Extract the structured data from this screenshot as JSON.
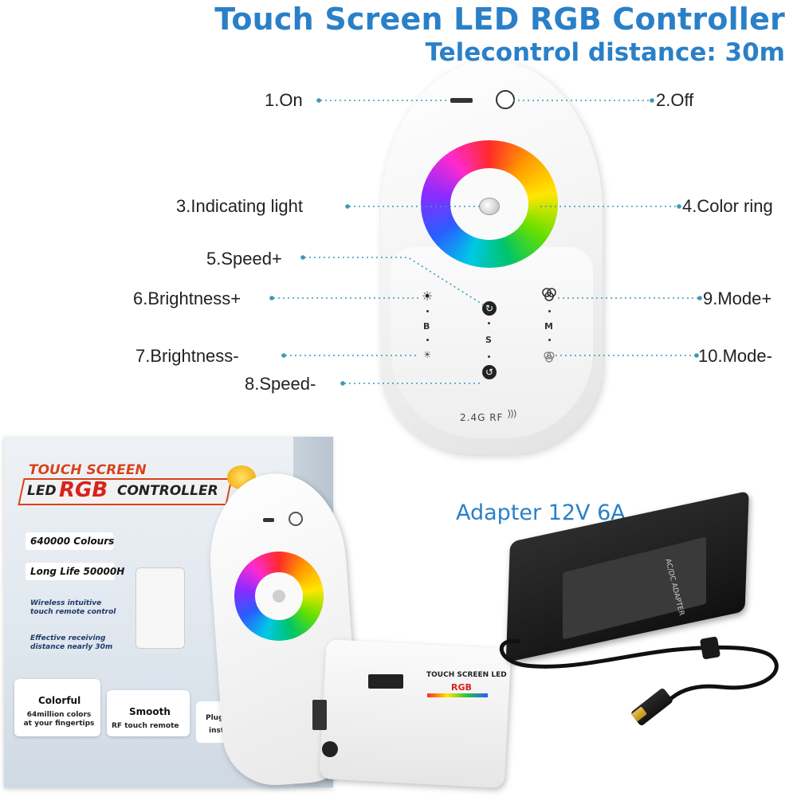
{
  "header": {
    "title": "Touch Screen LED RGB Controller",
    "subtitle": "Telecontrol distance: 30m"
  },
  "callouts": {
    "on": "1.On",
    "off": "2.Off",
    "indicating_light": "3.Indicating light",
    "color_ring": "4.Color ring",
    "speed_plus": "5.Speed+",
    "brightness_plus": "6.Brightness+",
    "brightness_minus": "7.Brightness-",
    "speed_minus": "8.Speed-",
    "mode_plus": "9.Mode+",
    "mode_minus": "10.Mode-"
  },
  "remote": {
    "label_b": "B",
    "label_s": "S",
    "label_m": "M",
    "rf_text": "2.4G RF"
  },
  "package_box": {
    "brand_line1": "TOUCH SCREEN",
    "brand_line2_led": "LED",
    "brand_line2_rgb": "RGB",
    "brand_line2_controller": "CONTROLLER",
    "feature_colours": "640000 Colours",
    "feature_life": "Long Life 50000H",
    "feature_wireless": "Wireless intuitive touch remote control",
    "feature_distance": "Effective receiving distance nearly 30m",
    "badge_colorful_title": "Colorful",
    "badge_colorful_text": "64million colors at your fingertips",
    "badge_smooth_title": "Smooth",
    "badge_smooth_text": "RF touch remote",
    "badge_plug_text": "Plug",
    "badge_plug_text2": "inst"
  },
  "controller_unit": {
    "label_line1": "TOUCH SCREEN LED",
    "label_line2": "RGB"
  },
  "adapter": {
    "label": "Adapter 12V  6A",
    "brand": "AC/DC ADAPTER"
  },
  "colors": {
    "accent_blue": "#2a80c8",
    "dotted_line": "#3a9ab8"
  }
}
